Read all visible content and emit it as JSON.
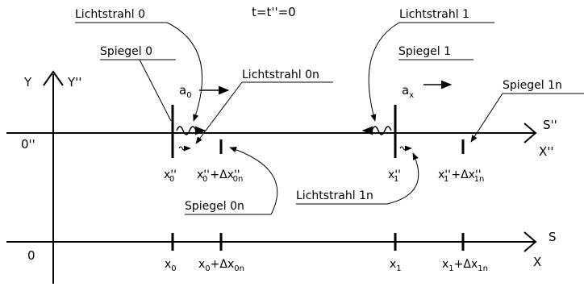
{
  "title": "t=t''=0",
  "axes": {
    "y_upper": "Y",
    "y_lower": "Y''",
    "origin_moving": "0''",
    "origin_rest": "0",
    "moving_frame": "S''",
    "moving_x": "X''",
    "rest_frame": "S",
    "rest_x": "X"
  },
  "labels": {
    "lichtstrahl_0": "Lichtstrahl 0",
    "spiegel_0": "Spiegel 0",
    "lichtstrahl_0n": "Lichtstrahl 0n",
    "lichtstrahl_1": "Lichtstrahl 1",
    "spiegel_1": "Spiegel 1",
    "spiegel_1n": "Spiegel 1n",
    "spiegel_0n": "Spiegel 0n",
    "lichtstrahl_1n": "Lichtstrahl 1n"
  },
  "accel": {
    "a0_base": "a",
    "a0_sub": "0",
    "ax_base": "a",
    "ax_sub": "x"
  },
  "moving_ticks": {
    "x0_base": "x''",
    "x0_sub": "0",
    "x0n_base": "x''",
    "x0n_sub": "0",
    "x0n_delta": "+Δx''",
    "x0n_delta_sub": "0n",
    "x1_base": "x''",
    "x1_sub": "1",
    "x1n_base": "x''",
    "x1n_sub": "1",
    "x1n_delta": "+Δx''",
    "x1n_delta_sub": "1n"
  },
  "rest_ticks": {
    "x0_base": "x",
    "x0_sub": "0",
    "x0n_base": "x",
    "x0n_sub": "0",
    "x0n_delta": "+Δx",
    "x0n_delta_sub": "0n",
    "x1_base": "x",
    "x1_sub": "1",
    "x1n_base": "x",
    "x1n_sub": "1",
    "x1n_delta": "+Δx",
    "x1n_delta_sub": "1n"
  }
}
